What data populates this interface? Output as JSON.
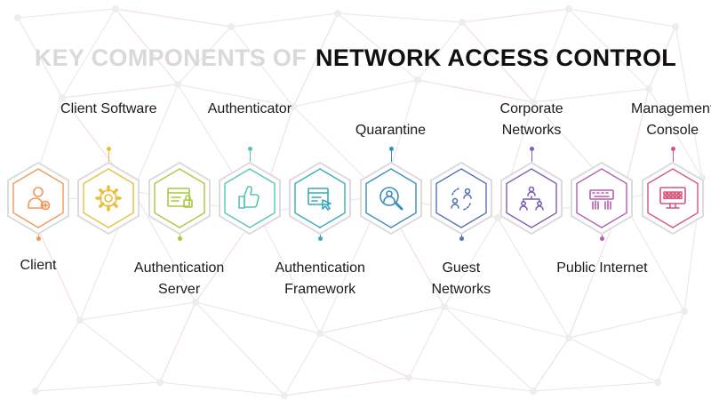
{
  "title": {
    "faded": "KEY COMPONENTS OF",
    "main": "NETWORK ACCESS CONTROL"
  },
  "components": [
    {
      "label": "Client",
      "label_position": "bottom",
      "color": "#f2965a",
      "icon": "user-plus-icon"
    },
    {
      "label": "Client Software",
      "label_position": "top",
      "color": "#e8be3a",
      "icon": "gear-icon"
    },
    {
      "label": "Authentication Server",
      "label_position": "bottom",
      "color": "#a8c83e",
      "icon": "server-lock-icon"
    },
    {
      "label": "Authenticator",
      "label_position": "top",
      "color": "#59c3b6",
      "icon": "thumbs-up-icon"
    },
    {
      "label": "Authentication Framework",
      "label_position": "bottom",
      "color": "#3aaab8",
      "icon": "window-cursor-icon"
    },
    {
      "label": "Quarantine",
      "label_position": "top",
      "color": "#3a8fbf",
      "icon": "user-search-icon"
    },
    {
      "label": "Guest Networks",
      "label_position": "bottom",
      "color": "#5572b8",
      "icon": "users-cycle-icon"
    },
    {
      "label": "Corporate Networks",
      "label_position": "top",
      "color": "#7e5fb3",
      "icon": "org-chart-icon"
    },
    {
      "label": "Public Internet",
      "label_position": "bottom",
      "color": "#b35fae",
      "icon": "keyboard-hands-icon"
    },
    {
      "label": "Management Console",
      "label_position": "top",
      "color": "#d8547a",
      "icon": "monitor-icon"
    }
  ]
}
